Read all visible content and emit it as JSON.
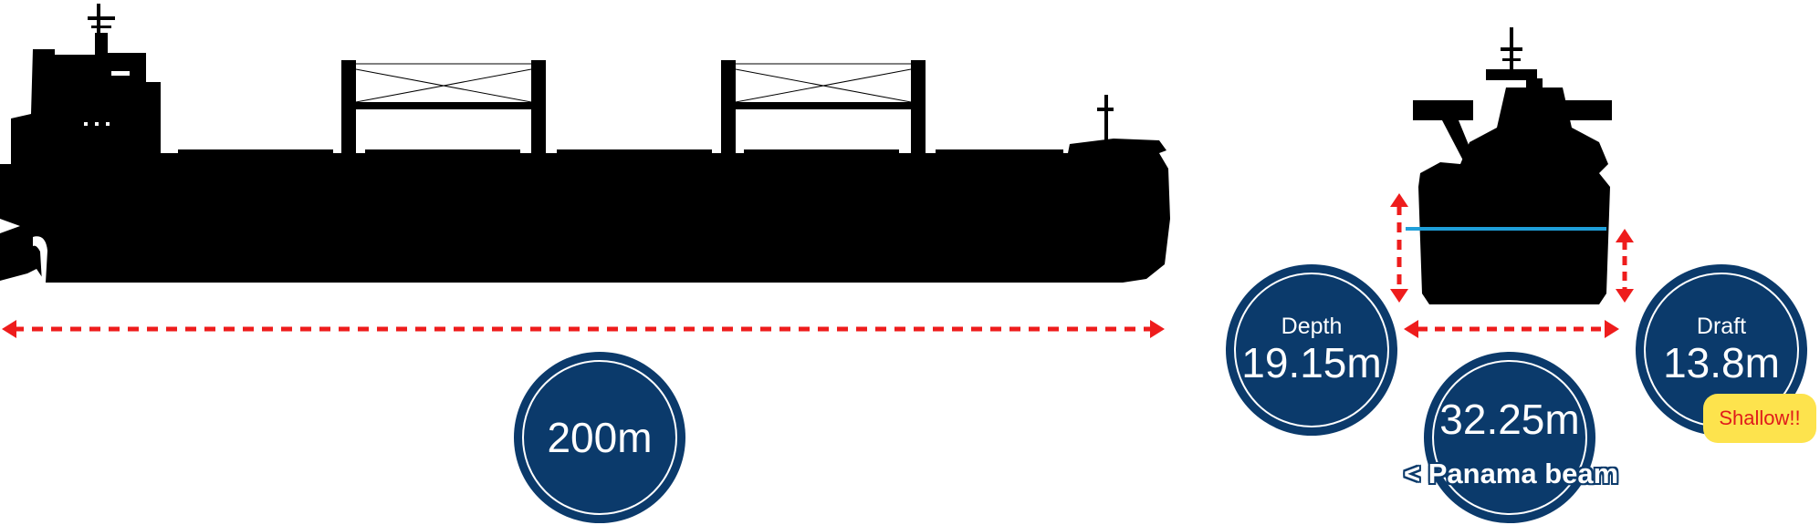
{
  "colors": {
    "silhouette": "#000000",
    "arrow": "#ee1c1c",
    "badge_fill": "#0b3a6b",
    "waterline": "#1f9fd9",
    "warning_fill": "#fde34d",
    "warning_text": "#e01b1b"
  },
  "length": {
    "value": "200m"
  },
  "depth": {
    "label": "Depth",
    "value": "19.15m"
  },
  "draft": {
    "label": "Draft",
    "value": "13.8m",
    "warning": "Shallow!!"
  },
  "beam": {
    "value": "32.25m",
    "note": "< Panama beam"
  }
}
